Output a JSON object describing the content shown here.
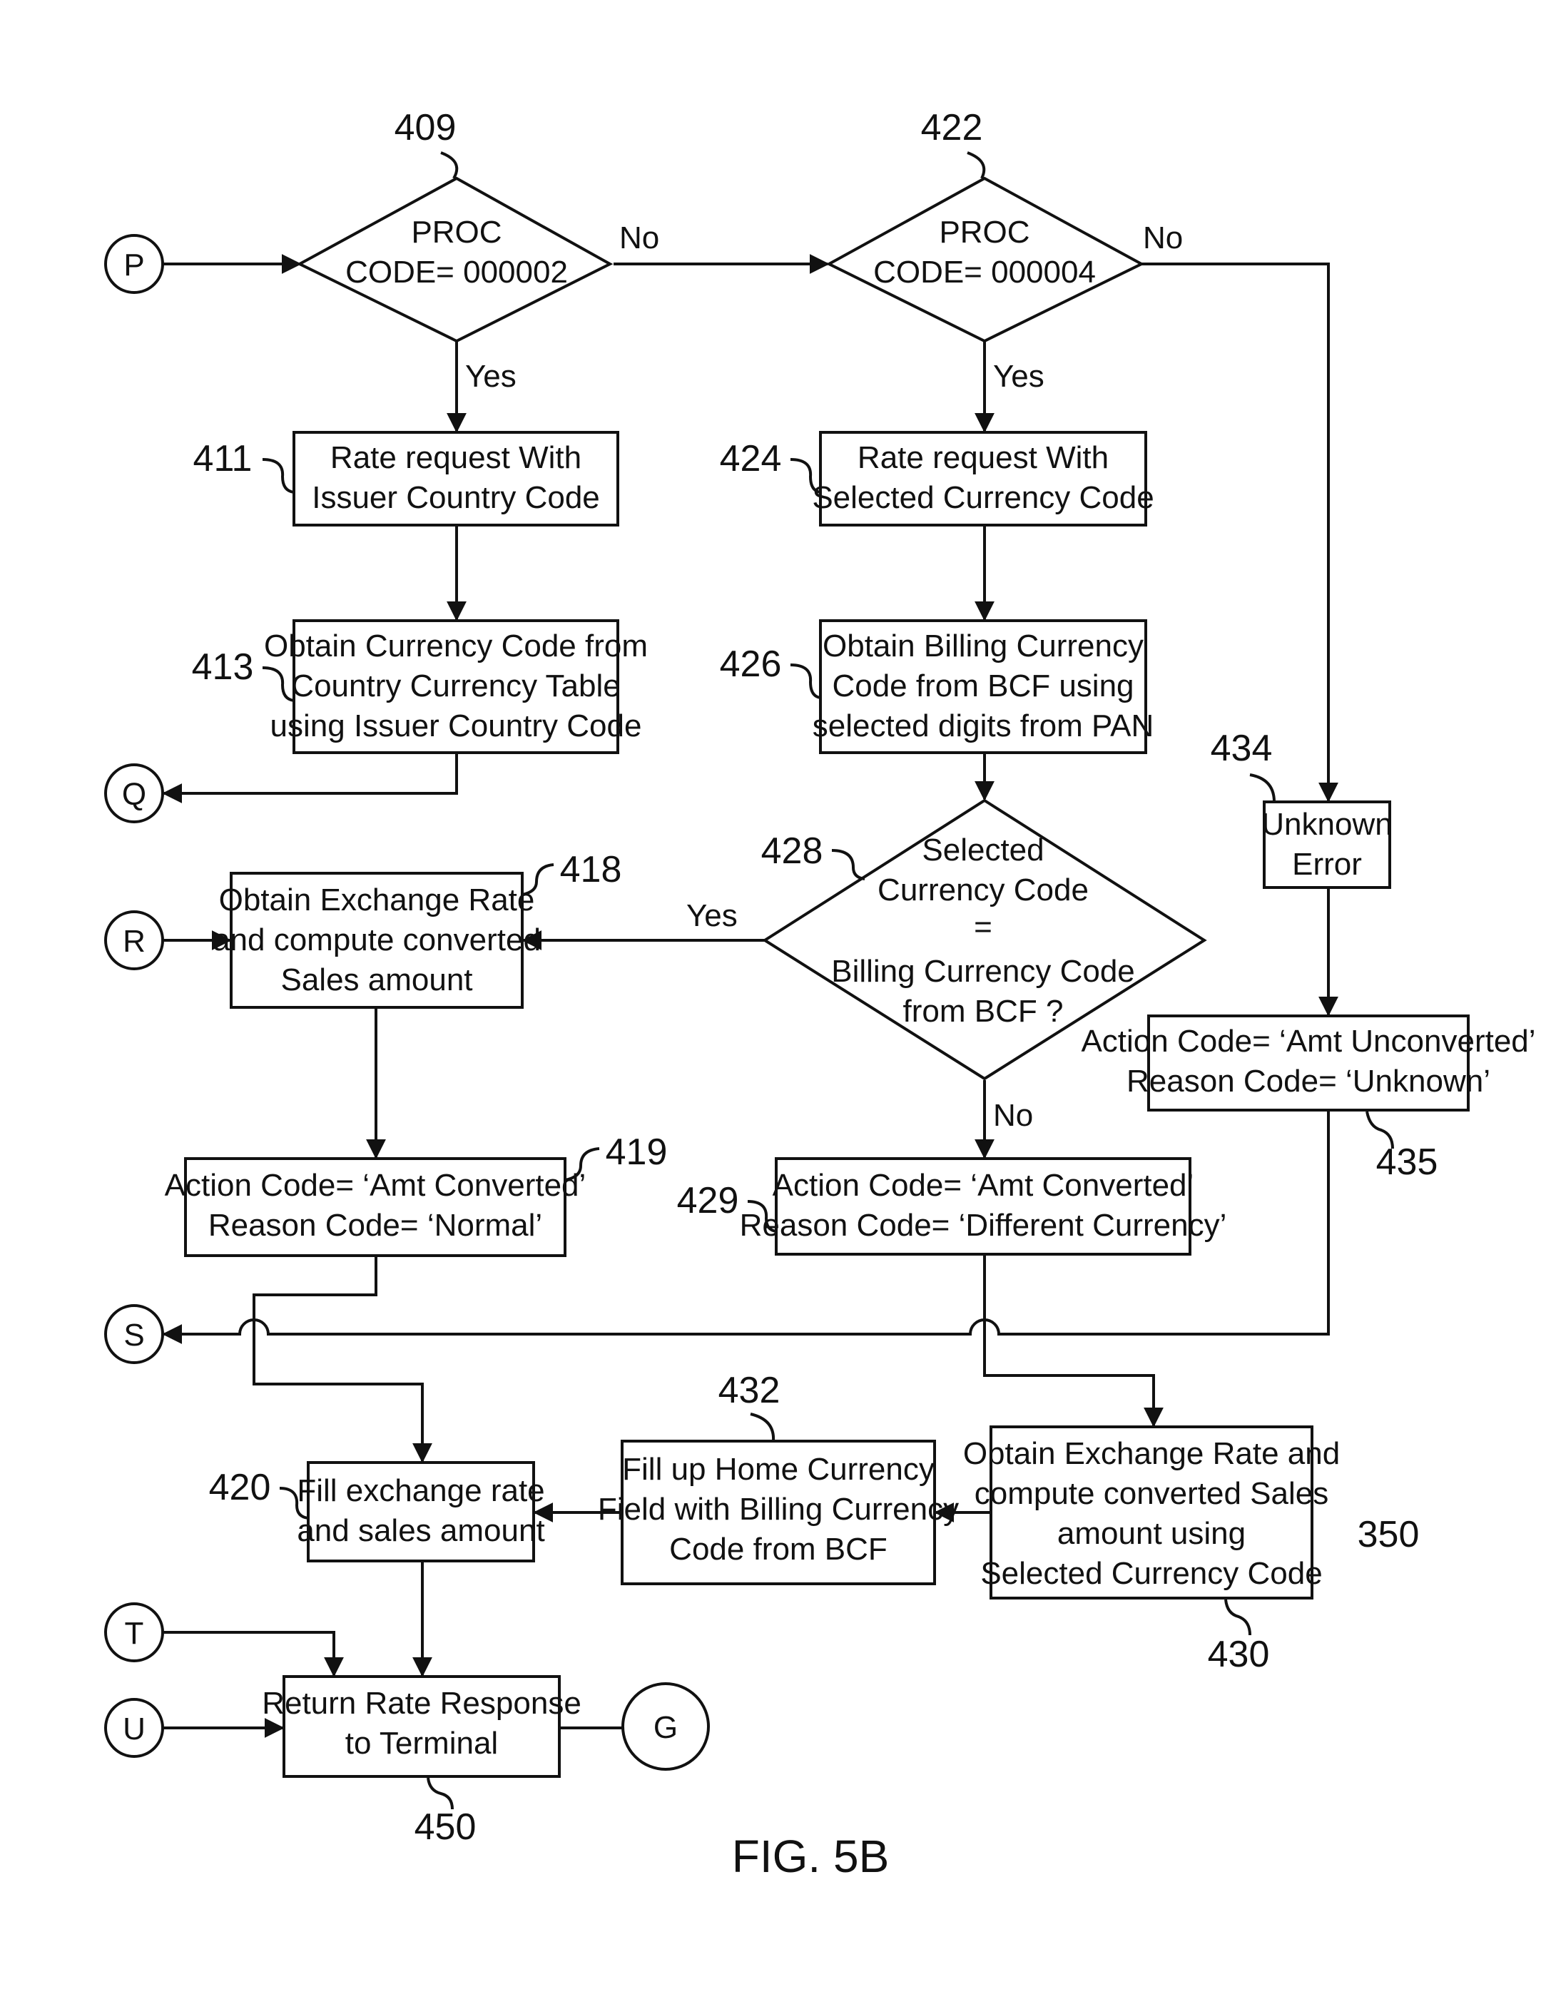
{
  "figure_label": "FIG. 5B",
  "reference_350": "350",
  "connectors": {
    "P": "P",
    "Q": "Q",
    "R": "R",
    "S": "S",
    "T": "T",
    "U": "U",
    "G": "G"
  },
  "decisions": {
    "d409": {
      "ref": "409",
      "lines": [
        "PROC",
        "CODE= 000002"
      ]
    },
    "d422": {
      "ref": "422",
      "lines": [
        "PROC",
        "CODE= 000004"
      ]
    },
    "d428": {
      "ref": "428",
      "lines": [
        "Selected",
        "Currency Code",
        "=",
        "Billing Currency Code",
        "from BCF ?"
      ]
    }
  },
  "boxes": {
    "b411": {
      "ref": "411",
      "lines": [
        "Rate request With",
        "Issuer Country Code"
      ]
    },
    "b413": {
      "ref": "413",
      "lines": [
        "Obtain Currency Code from",
        "Country Currency Table",
        "using Issuer Country Code"
      ]
    },
    "b424": {
      "ref": "424",
      "lines": [
        "Rate request With",
        "Selected Currency Code"
      ]
    },
    "b426": {
      "ref": "426",
      "lines": [
        "Obtain Billing Currency",
        "Code from BCF using",
        "selected digits from PAN"
      ]
    },
    "b434": {
      "ref": "434",
      "lines": [
        "Unknown",
        "Error"
      ]
    },
    "b418": {
      "ref": "418",
      "lines": [
        "Obtain Exchange Rate",
        "and compute converted",
        "Sales amount"
      ]
    },
    "b435": {
      "ref": "435",
      "lines": [
        "Action Code= ‘Amt Unconverted’",
        "Reason Code= ‘Unknown’"
      ]
    },
    "b419": {
      "ref": "419",
      "lines": [
        "Action Code= ‘Amt Converted’",
        "Reason Code= ‘Normal’"
      ]
    },
    "b429": {
      "ref": "429",
      "lines": [
        "Action Code= ‘Amt Converted’",
        "Reason Code= ‘Different Currency’"
      ]
    },
    "b432": {
      "ref": "432",
      "lines": [
        "Fill up Home Currency",
        "Field with Billing Currency",
        "Code from BCF"
      ]
    },
    "b430": {
      "ref": "430",
      "lines": [
        "Obtain Exchange Rate and",
        "compute converted Sales",
        "amount using",
        "Selected Currency Code"
      ]
    },
    "b420": {
      "ref": "420",
      "lines": [
        "Fill exchange rate",
        "and sales amount"
      ]
    },
    "b450": {
      "ref": "450",
      "lines": [
        "Return Rate Response",
        "to Terminal"
      ]
    }
  },
  "edge_labels": {
    "no_409": "No",
    "yes_409": "Yes",
    "no_422": "No",
    "yes_422": "Yes",
    "yes_428": "Yes",
    "no_428": "No"
  }
}
